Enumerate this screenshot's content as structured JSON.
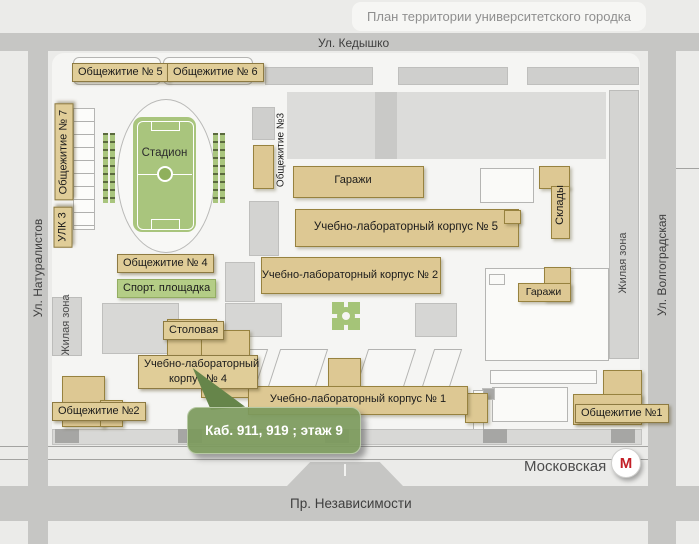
{
  "title": "План территории университетского городка",
  "streets": {
    "top": "Ул. Кедышко",
    "left": "Ул. Натуралистов",
    "right": "Ул. Волгоградская",
    "station_street": "Московская",
    "bottom_avenue": "Пр. Независимости"
  },
  "metro": {
    "letter": "М"
  },
  "buildings": {
    "dorm5": "Общежитие № 5",
    "dorm6": "Общежитие № 6",
    "dorm7": "Общежитие № 7",
    "ulk3": "УЛК 3",
    "dorm3": "Общежитие №3",
    "stadium": "Стадион",
    "garage_top": "Гаражи",
    "korpus5": "Учебно-лабораторный корпус № 5",
    "korpus2": "Учебно-лабораторный корпус № 2",
    "sklady": "Склады",
    "garage_right": "Гаражи",
    "zhilaya_left": "Жилая зона",
    "zhilaya_right": "Жилая зона",
    "dorm4": "Общежитие № 4",
    "sport": "Спорт. площадка",
    "stolovaya": "Столовая",
    "korpus4_line1": "Учебно-лабораторный",
    "korpus4_line2": "корпус № 4",
    "korpus1": "Учебно-лабораторный корпус № 1",
    "dorm2": "Общежитие №2",
    "dorm1": "Общежитие №1"
  },
  "callout": {
    "text": "Каб. 911, 919 ;  этаж 9"
  },
  "colors": {
    "building_tan": "#ddc893",
    "green": "#a9c57d",
    "road_gray": "#c6c6c4",
    "callout_green": "#7c9a5c",
    "metro_red": "#c31f27"
  }
}
